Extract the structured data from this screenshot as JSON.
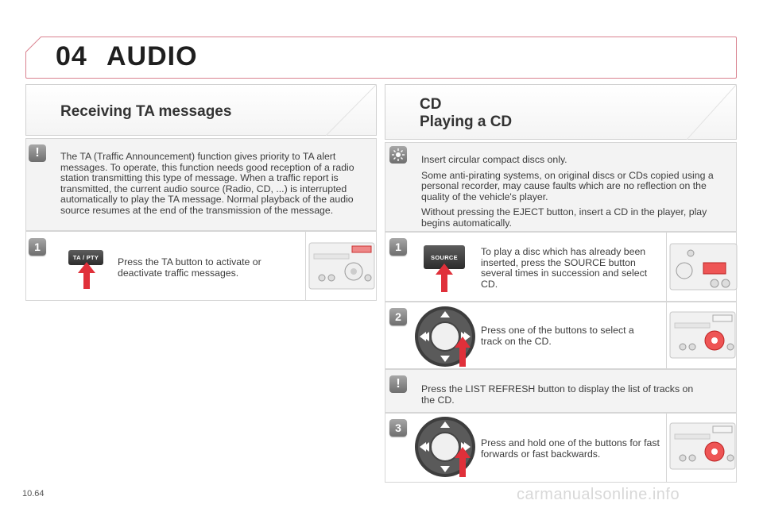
{
  "header": {
    "chapter_number": "04",
    "chapter_title": "AUDIO"
  },
  "left": {
    "section_title": "Receiving TA messages",
    "info_text": "The TA (Traffic Announcement) function gives priority to TA alert messages. To operate, this function needs good reception of a radio station transmitting this type of message. When a traffic report is transmitted, the current audio source (Radio, CD, ...) is interrupted automatically to play the TA message. Normal playback of the audio source resumes at the end of the transmission of the message.",
    "step1": {
      "number": "1",
      "button_label": "TA / PTY",
      "text": "Press the TA button to activate or deactivate traffic messages."
    }
  },
  "right": {
    "section_title": "CD",
    "section_subtitle": "Playing a CD",
    "tips": [
      "Insert circular compact discs only.",
      "Some anti-pirating systems, on original discs or CDs copied using a personal recorder, may cause faults which are no reflection on the quality of the vehicle's player.",
      "Without pressing the EJECT button, insert a CD in the player, play begins automatically."
    ],
    "step1": {
      "number": "1",
      "button_label": "SOURCE",
      "text": "To play a disc which has already been inserted, press the SOURCE button several times in succession and select CD."
    },
    "step2": {
      "number": "2",
      "text": "Press one of the buttons to select a track on the CD."
    },
    "note": {
      "text": "Press the LIST REFRESH button to display the list of tracks on the CD."
    },
    "step3": {
      "number": "3",
      "text": "Press and hold one of the buttons for fast forwards or fast backwards."
    }
  },
  "footer": {
    "page_number": "10.64",
    "watermark": "carmanualsonline.info"
  },
  "colors": {
    "accent": "#e0303a",
    "header_border": "#d9828f"
  }
}
